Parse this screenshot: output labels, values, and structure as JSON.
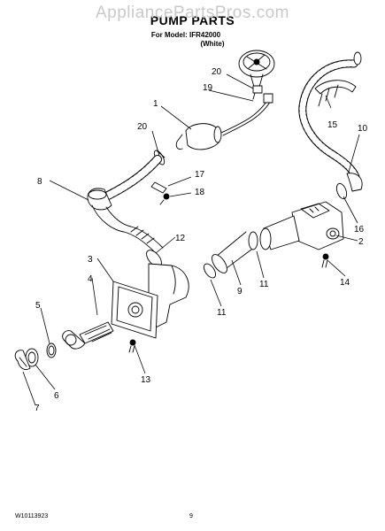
{
  "header": {
    "watermark": "AppliancePartsPros.com",
    "title": "PUMP PARTS",
    "model_line": "For Model: IFR42000",
    "variant": "(White)"
  },
  "callouts": [
    "20",
    "19",
    "1",
    "20",
    "15",
    "10",
    "8",
    "17",
    "18",
    "16",
    "12",
    "2",
    "3",
    "4",
    "14",
    "9",
    "11",
    "11",
    "5",
    "13",
    "6",
    "7"
  ],
  "footer": {
    "doc_number": "W10113923",
    "page_number": "9"
  },
  "colors": {
    "line": "#000000",
    "background": "#ffffff",
    "watermark": "#c9c9c9"
  }
}
